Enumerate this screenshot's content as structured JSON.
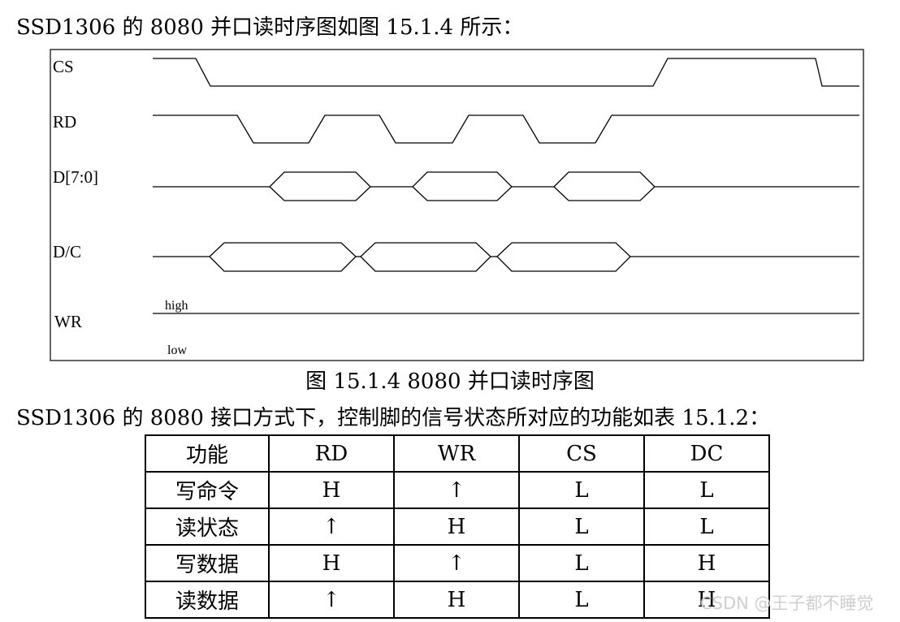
{
  "intro_text": "SSD1306 的 8080 并口读时序图如图 15.1.4 所示：",
  "diagram": {
    "signals": [
      {
        "key": "cs",
        "label": "CS"
      },
      {
        "key": "rd",
        "label": "RD"
      },
      {
        "key": "data",
        "label": "D[7:0]"
      },
      {
        "key": "dc",
        "label": "D/C"
      },
      {
        "key": "wr",
        "label": "WR",
        "high_label": "high",
        "low_label": "low"
      }
    ]
  },
  "caption": "图 15.1.4    8080 并口读时序图",
  "intro2_text": "SSD1306 的 8080 接口方式下，控制脚的信号状态所对应的功能如表 15.1.2：",
  "table": {
    "headers": [
      "功能",
      "RD",
      "WR",
      "CS",
      "DC"
    ],
    "rows": [
      [
        "写命令",
        "H",
        "↑",
        "L",
        "L"
      ],
      [
        "读状态",
        "↑",
        "H",
        "L",
        "L"
      ],
      [
        "写数据",
        "H",
        "↑",
        "L",
        "H"
      ],
      [
        "读数据",
        "↑",
        "H",
        "L",
        "H"
      ]
    ]
  },
  "watermark": "CSDN @王子都不睡觉"
}
